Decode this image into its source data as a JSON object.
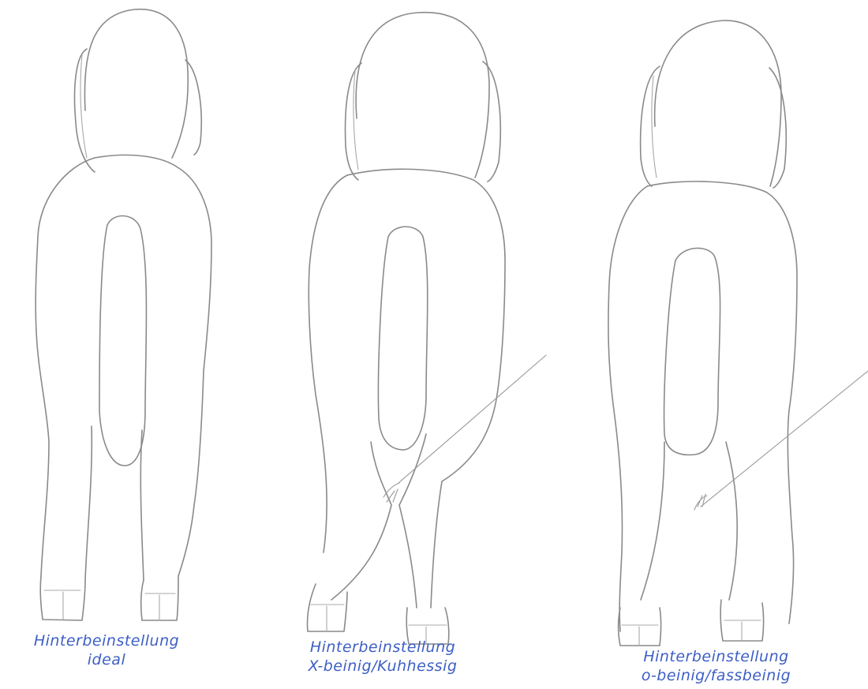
{
  "figures": [
    {
      "caption_line1": "Hinterbeinstellung",
      "caption_line2": "ideal"
    },
    {
      "caption_line1": "Hinterbeinstellung",
      "caption_line2": "X-beinig/Kuhhessig"
    },
    {
      "caption_line1": "Hinterbeinstellung",
      "caption_line2": "o-beinig/fassbeinig"
    }
  ]
}
